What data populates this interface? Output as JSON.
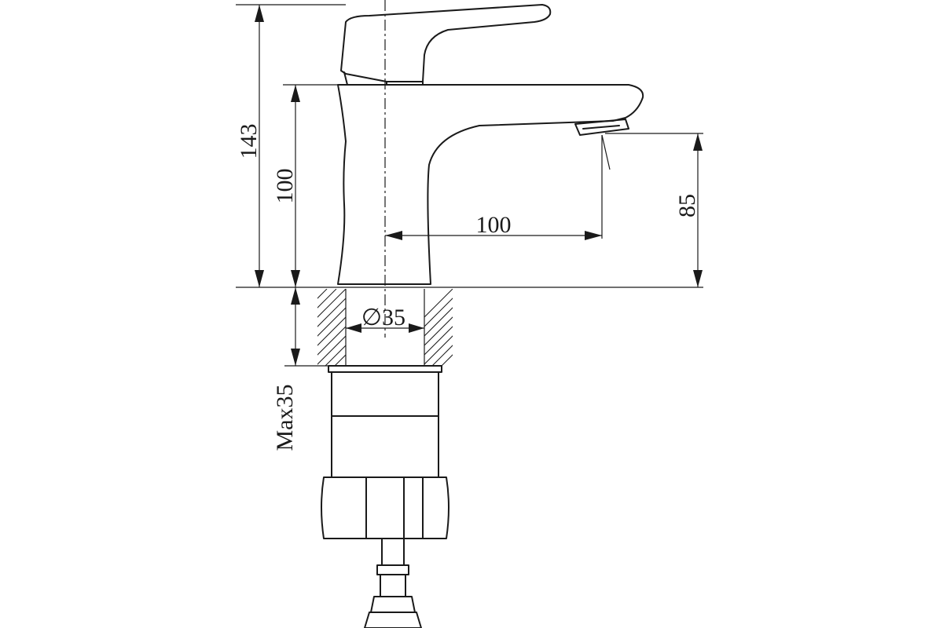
{
  "dimensions": {
    "overall_height": "143",
    "body_height": "100",
    "spout_reach": "100",
    "spout_height": "85",
    "hole_diameter": "∅35",
    "max_deck_thickness": "Max35"
  }
}
